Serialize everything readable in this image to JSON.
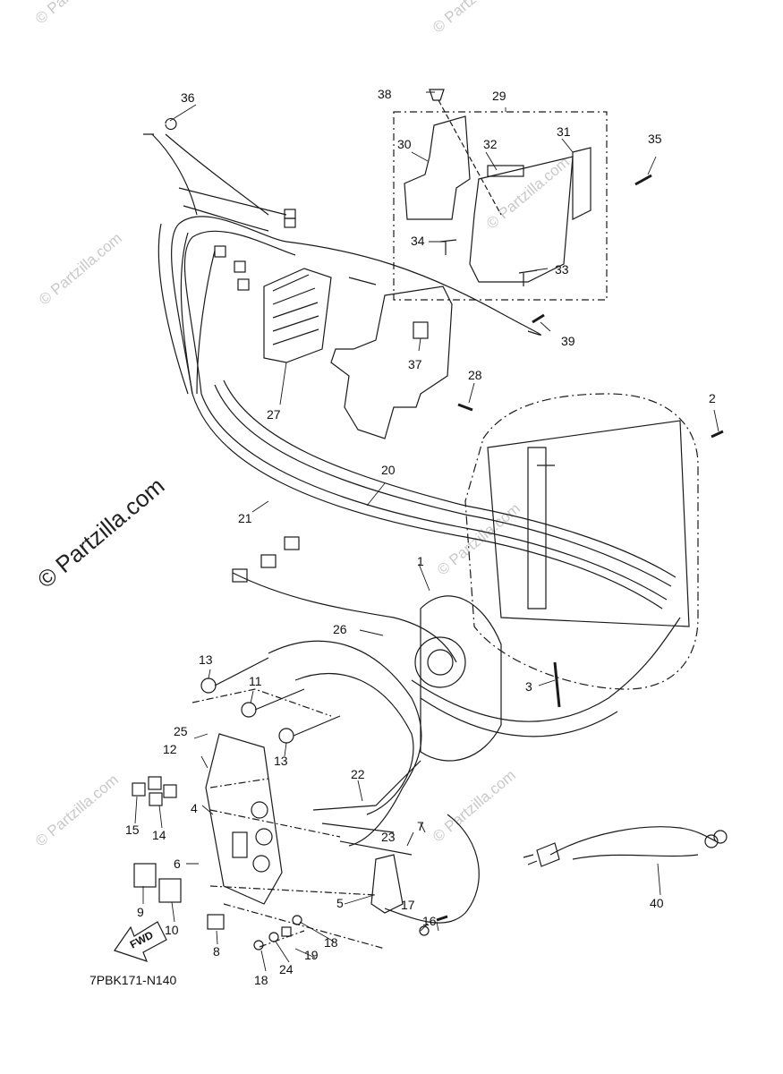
{
  "watermark_text": "© Partzilla.com",
  "diagram_code": "7PBK171-N140",
  "fwd_label": "FWD",
  "callouts": [
    "1",
    "2",
    "3",
    "4",
    "5",
    "6",
    "7",
    "8",
    "9",
    "10",
    "11",
    "12",
    "13",
    "13",
    "14",
    "15",
    "16",
    "17",
    "18",
    "18",
    "19",
    "20",
    "21",
    "22",
    "23",
    "24",
    "25",
    "26",
    "27",
    "28",
    "29",
    "30",
    "31",
    "32",
    "33",
    "34",
    "35",
    "36",
    "37",
    "38",
    "39",
    "40"
  ],
  "colors": {
    "line": "#1a1a1a",
    "watermark": "#c9c9c9",
    "dash": "#333333"
  }
}
